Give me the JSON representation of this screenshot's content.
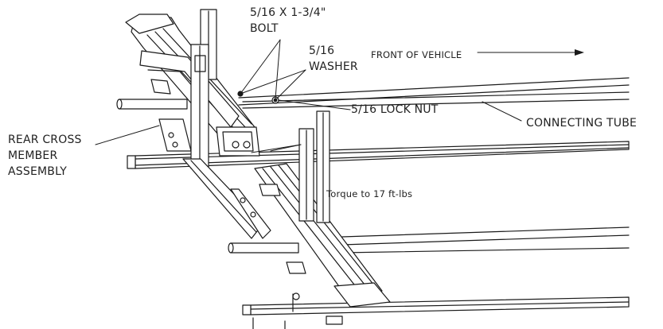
{
  "colors": {
    "line": "#1a1a1a",
    "text": "#222222",
    "background": "#ffffff"
  },
  "labels": {
    "bolt": [
      "5/16 X 1-3/4\"",
      "BOLT"
    ],
    "washer": [
      "5/16",
      "WASHER"
    ],
    "lock_nut": "5/16 LOCK NUT",
    "front_of_vehicle": "FRONT OF VEHICLE",
    "connecting_tube": "CONNECTING TUBE",
    "rear_cross_member": [
      "REAR CROSS",
      "MEMBER",
      "ASSEMBLY"
    ],
    "torque": "Torque to 17 ft-lbs"
  }
}
